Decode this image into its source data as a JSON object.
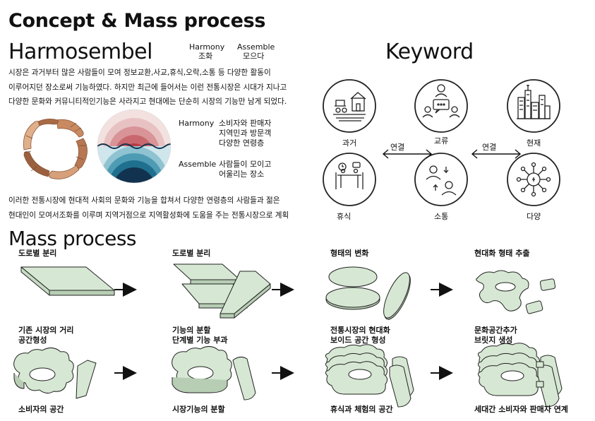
{
  "header": {
    "title": "Concept & Mass process",
    "harmosembel": "Harmosembel",
    "harmony_en": "Harmony",
    "harmony_ko": "조화",
    "assemble_en": "Assemble",
    "assemble_ko": "모으다",
    "keyword_title": "Keyword",
    "mass_title": "Mass process"
  },
  "intro": {
    "line1": "시장은 과거부터 많은 사람들이 모여 정보교환,사교,휴식,오락,소통 등 다양한 활동이",
    "line2": "이루어지던 장소로써  기능하였다. 하지만 최근에 들어서는 이런 전통시장은 시대가 지나고",
    "line3": "다양한 문화와 커뮤니티적인기능은 사라지고 현대에는 단순히 시장의 기능만 남게 되었다."
  },
  "concept": {
    "harmony_label": "Harmony",
    "harmony_lines": [
      "소비자와 판매자",
      "지역민과 방문객",
      "다양한 연령층"
    ],
    "assemble_label": "Assemble",
    "assemble_lines": [
      "사람들이 모이고",
      "어울리는 장소"
    ]
  },
  "summary": {
    "line1": "이러한 전통시장에 현대적 사회의 문화와 기능을 합쳐서 다양한 연령층의 사람들과 젊은",
    "line2": "현대인이 모여서조화를 이루며 지역거점으로 지역활성화에 도움을 주는 전통시장으로  계획"
  },
  "keywords": {
    "past": "과거",
    "exchange": "교류",
    "present": "현재",
    "rest": "휴식",
    "communication": "소통",
    "diversity": "다양",
    "connect_left": "연결",
    "connect_right": "연결"
  },
  "mass": {
    "row1_top": [
      "도로별 분리",
      "도로별 분리",
      "형태의 변화",
      "현대화 형태 추출"
    ],
    "row1_bottom": [
      [
        "기존 시장의 거리",
        "공간형성"
      ],
      [
        "기능의 분할",
        "단계별 기능 부과"
      ],
      [
        "전통시장의 현대화",
        "보이드 공간 형성"
      ],
      [
        "문화공간추가",
        "브릿지 생성"
      ]
    ],
    "row2_bottom": [
      "소비자의 공간",
      "시장기능의 분할",
      "휴식과 체험의 공간",
      "세대간 소비자와 판매자 연계"
    ]
  },
  "colors": {
    "mass_fill": "#d6e8d3",
    "mass_stroke": "#222222",
    "hand_skin": "#c98a62",
    "disc_red": "#b83b44",
    "disc_blue": "#1f6f8e",
    "disc_dark": "#12334f"
  }
}
